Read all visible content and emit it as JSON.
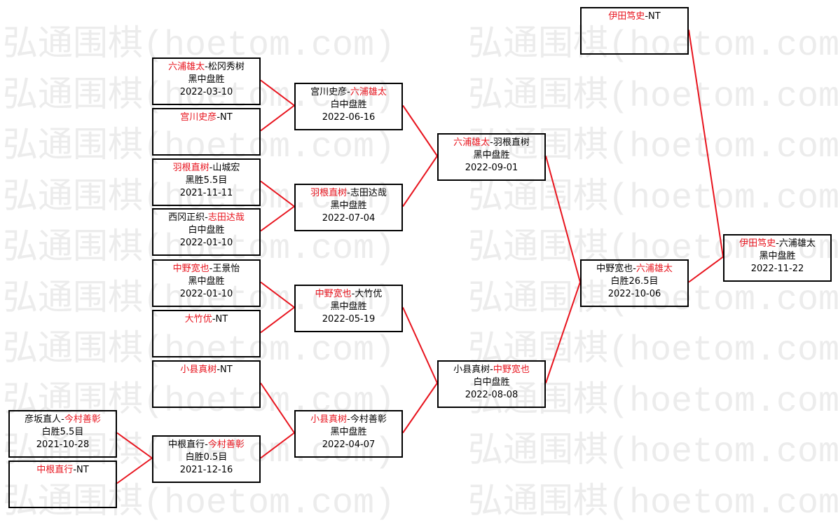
{
  "watermark": "弘通围棋(hoetom.com)",
  "line_color": "#e8141e",
  "winner_color": "#e8141e",
  "matches": [
    {
      "p1": "彦坂直人",
      "p2": "今村善彰",
      "winner": 2,
      "result": "白胜5.5目",
      "date": "2021-10-28"
    },
    {
      "p1": "中根直行",
      "p2": "NT",
      "winner": 1,
      "result": "",
      "date": ""
    },
    {
      "p1": "六浦雄太",
      "p2": "松冈秀树",
      "winner": 1,
      "result": "黑中盘胜",
      "date": "2022-03-10"
    },
    {
      "p1": "宫川史彦",
      "p2": "NT",
      "winner": 1,
      "result": "",
      "date": ""
    },
    {
      "p1": "羽根直树",
      "p2": "山城宏",
      "winner": 1,
      "result": "黑胜5.5目",
      "date": "2021-11-11"
    },
    {
      "p1": "西冈正织",
      "p2": "志田达哉",
      "winner": 2,
      "result": "白中盘胜",
      "date": "2022-01-10"
    },
    {
      "p1": "中野宽也",
      "p2": "王景怡",
      "winner": 1,
      "result": "黑中盘胜",
      "date": "2022-01-10"
    },
    {
      "p1": "大竹优",
      "p2": "NT",
      "winner": 1,
      "result": "",
      "date": ""
    },
    {
      "p1": "小县真树",
      "p2": "NT",
      "winner": 1,
      "result": "",
      "date": ""
    },
    {
      "p1": "中根直行",
      "p2": "今村善彰",
      "winner": 2,
      "result": "白胜0.5目",
      "date": "2021-12-16"
    },
    {
      "p1": "宫川史彦",
      "p2": "六浦雄太",
      "winner": 2,
      "result": "白中盘胜",
      "date": "2022-06-16"
    },
    {
      "p1": "羽根直树",
      "p2": "志田达哉",
      "winner": 1,
      "result": "黑中盘胜",
      "date": "2022-07-04"
    },
    {
      "p1": "中野宽也",
      "p2": "大竹优",
      "winner": 1,
      "result": "黑中盘胜",
      "date": "2022-05-19"
    },
    {
      "p1": "小县真树",
      "p2": "今村善彰",
      "winner": 1,
      "result": "黑中盘胜",
      "date": "2022-04-07"
    },
    {
      "p1": "六浦雄太",
      "p2": "羽根直树",
      "winner": 1,
      "result": "黑中盘胜",
      "date": "2022-09-01"
    },
    {
      "p1": "小县真树",
      "p2": "中野宽也",
      "winner": 2,
      "result": "白中盘胜",
      "date": "2022-08-08"
    },
    {
      "p1": "伊田笃史",
      "p2": "NT",
      "winner": 1,
      "result": "",
      "date": ""
    },
    {
      "p1": "中野宽也",
      "p2": "六浦雄太",
      "winner": 2,
      "result": "白胜26.5目",
      "date": "2022-10-06"
    },
    {
      "p1": "伊田笃史",
      "p2": "六浦雄太",
      "winner": 1,
      "result": "黑中盘胜",
      "date": "2022-11-22"
    }
  ]
}
